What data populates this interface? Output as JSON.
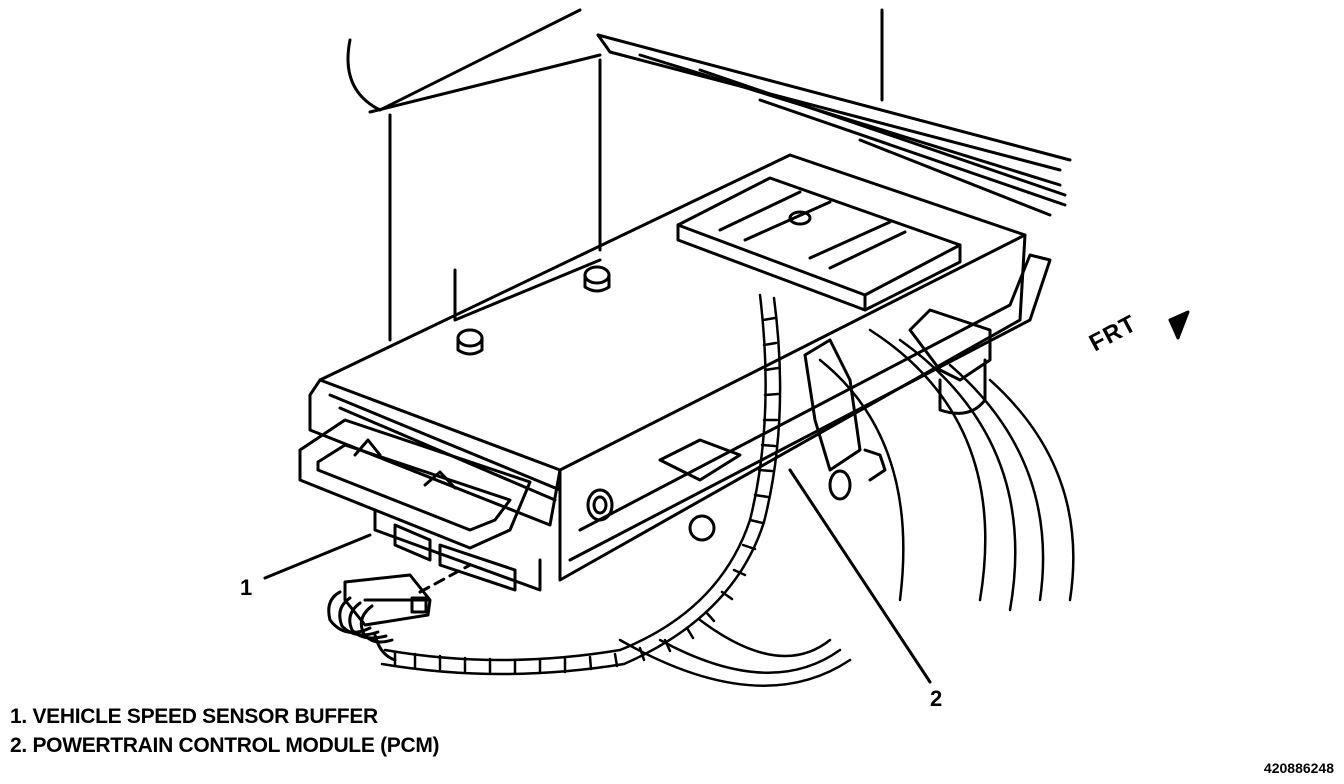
{
  "callouts": {
    "one": "1",
    "two": "2"
  },
  "direction_label": "FRT",
  "legend": [
    "1. VEHICLE SPEED SENSOR BUFFER",
    "2. POWERTRAIN CONTROL MODULE (PCM)"
  ],
  "figure_id": "420886248",
  "colors": {
    "ink": "#000000",
    "paper": "#ffffff"
  }
}
